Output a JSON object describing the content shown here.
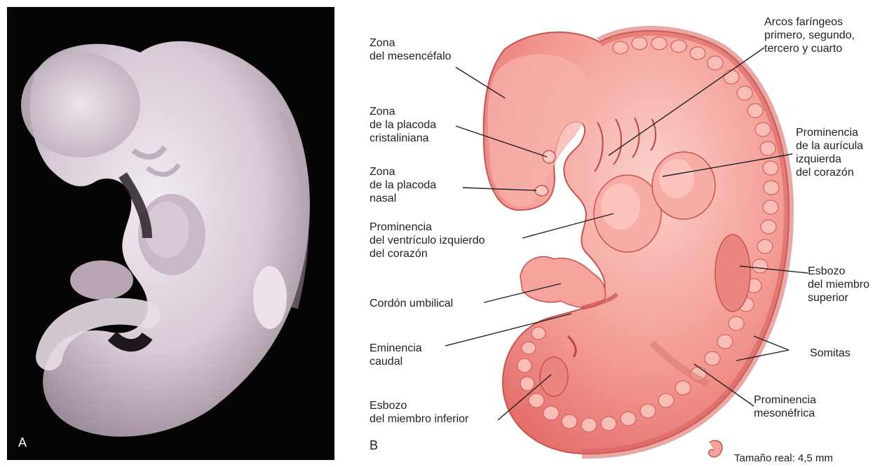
{
  "panel_a": {
    "letter": "A"
  },
  "panel_b": {
    "letter": "B",
    "labels": {
      "mesencephalon": "Zona\ndel mesencéfalo",
      "lens_placode": "Zona\nde la placoda\ncristaliniana",
      "nasal_placode": "Zona\nde la placoda\nnasal",
      "left_ventricle": "Prominencia\ndel ventrículo izquierdo\ndel corazón",
      "umbilical_cord": "Cordón umbilical",
      "caudal_eminence": "Eminencia\ncaudal",
      "lower_limb_bud": "Esbozo\ndel miembro inferior",
      "pharyngeal_arches": "Arcos faríngeos\nprimero, segundo,\ntercero y cuarto",
      "left_atrium": "Prominencia\nde la aurícula\nizquierda\ndel corazón",
      "upper_limb_bud": "Esbozo\ndel miembro\nsuperior",
      "somites": "Somitas",
      "mesonephric": "Prominencia\nmesonéfrica"
    },
    "scale": "Tamaño real: 4,5 mm"
  },
  "colors": {
    "embryo_fill": "#f2958f",
    "embryo_edge": "#c9514f",
    "embryo_light": "#f9c3bd",
    "photo_bg": "#050505",
    "photo_embryo": "#d9ccd6"
  }
}
